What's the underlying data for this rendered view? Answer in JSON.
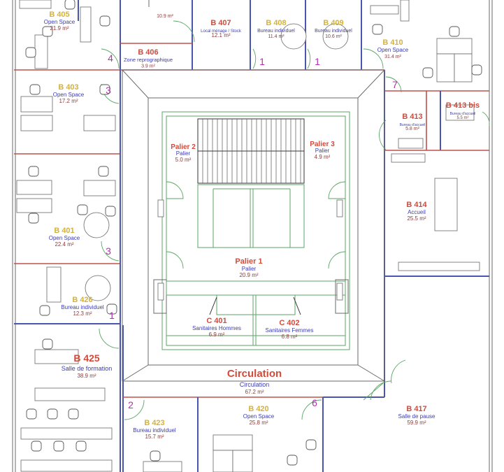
{
  "rooms": [
    {
      "id": "B 405",
      "type": "Open Space",
      "area": "21.9 m²",
      "label_color": "#d4b23a"
    },
    {
      "id": "",
      "type": "",
      "area": "10.9 m²",
      "label_color": "#d24a3a"
    },
    {
      "id": "B 407",
      "type": "Local ménage / Stock",
      "area": "12.1 m²",
      "label_color": "#d24a3a"
    },
    {
      "id": "B 408",
      "type": "Bureau individuel",
      "area": "11.4 m²",
      "label_color": "#d4b23a"
    },
    {
      "id": "B 409",
      "type": "Bureau individuel",
      "area": "10.6 m²",
      "label_color": "#d4b23a"
    },
    {
      "id": "B 410",
      "type": "Open Space",
      "area": "31.4 m²",
      "label_color": "#d4b23a"
    },
    {
      "id": "B 406",
      "type": "Zone reprographique",
      "area": "3.9 m²",
      "label_color": "#d24a3a"
    },
    {
      "id": "B 403",
      "type": "Open Space",
      "area": "17.2 m²",
      "label_color": "#d4b23a"
    },
    {
      "id": "B 413",
      "type": "Bureau d'accueil",
      "area": "5.8 m²",
      "label_color": "#d24a3a"
    },
    {
      "id": "B 413 bis",
      "type": "Bureau d'accueil",
      "area": "5.5 m²",
      "label_color": "#d24a3a"
    },
    {
      "id": "Palier 2",
      "type": "Palier",
      "area": "5.0 m²",
      "label_color": "#d24a3a"
    },
    {
      "id": "Palier 3",
      "type": "Palier",
      "area": "4.9 m²",
      "label_color": "#d24a3a"
    },
    {
      "id": "B 414",
      "type": "Accueil",
      "area": "25.5 m²",
      "label_color": "#d24a3a"
    },
    {
      "id": "B 401",
      "type": "Open Space",
      "area": "22.4 m²",
      "label_color": "#d4b23a"
    },
    {
      "id": "Palier 1",
      "type": "Palier",
      "area": "20.9 m²",
      "label_color": "#d24a3a"
    },
    {
      "id": "B 426",
      "type": "Bureau individuel",
      "area": "12.3 m²",
      "label_color": "#d4b23a"
    },
    {
      "id": "C 401",
      "type": "Sanitaires Hommes",
      "area": "6.9 m²",
      "label_color": "#d24a3a"
    },
    {
      "id": "C 402",
      "type": "Sanitaires Femmes",
      "area": "6.8 m²",
      "label_color": "#d24a3a"
    },
    {
      "id": "B 425",
      "type": "Salle de formation",
      "area": "38.9 m²",
      "label_color": "#d24a3a"
    },
    {
      "id": "Circulation",
      "type": "Circulation",
      "area": "67.2 m²",
      "label_color": "#d24a3a"
    },
    {
      "id": "B 417",
      "type": "Salle de pause",
      "area": "59.9 m²",
      "label_color": "#d24a3a"
    },
    {
      "id": "B 423",
      "type": "Bureau individuel",
      "area": "15.7 m²",
      "label_color": "#d4b23a"
    },
    {
      "id": "B 420",
      "type": "Open Space",
      "area": "25.8 m²",
      "label_color": "#d4b23a"
    }
  ],
  "badges": [
    "4",
    "1",
    "1",
    "3",
    "7",
    "3",
    "1",
    "2",
    "6"
  ],
  "colors": {
    "wall_blue": "#4a55b0",
    "wall_red": "#c0504d",
    "fixture_green": "#5aa564",
    "id_yellow": "#d4b23a",
    "id_red": "#d24a3a",
    "type_blue": "#3b3bb5",
    "area_brown": "#8a3c3c",
    "badge_magenta": "#b030b0"
  }
}
